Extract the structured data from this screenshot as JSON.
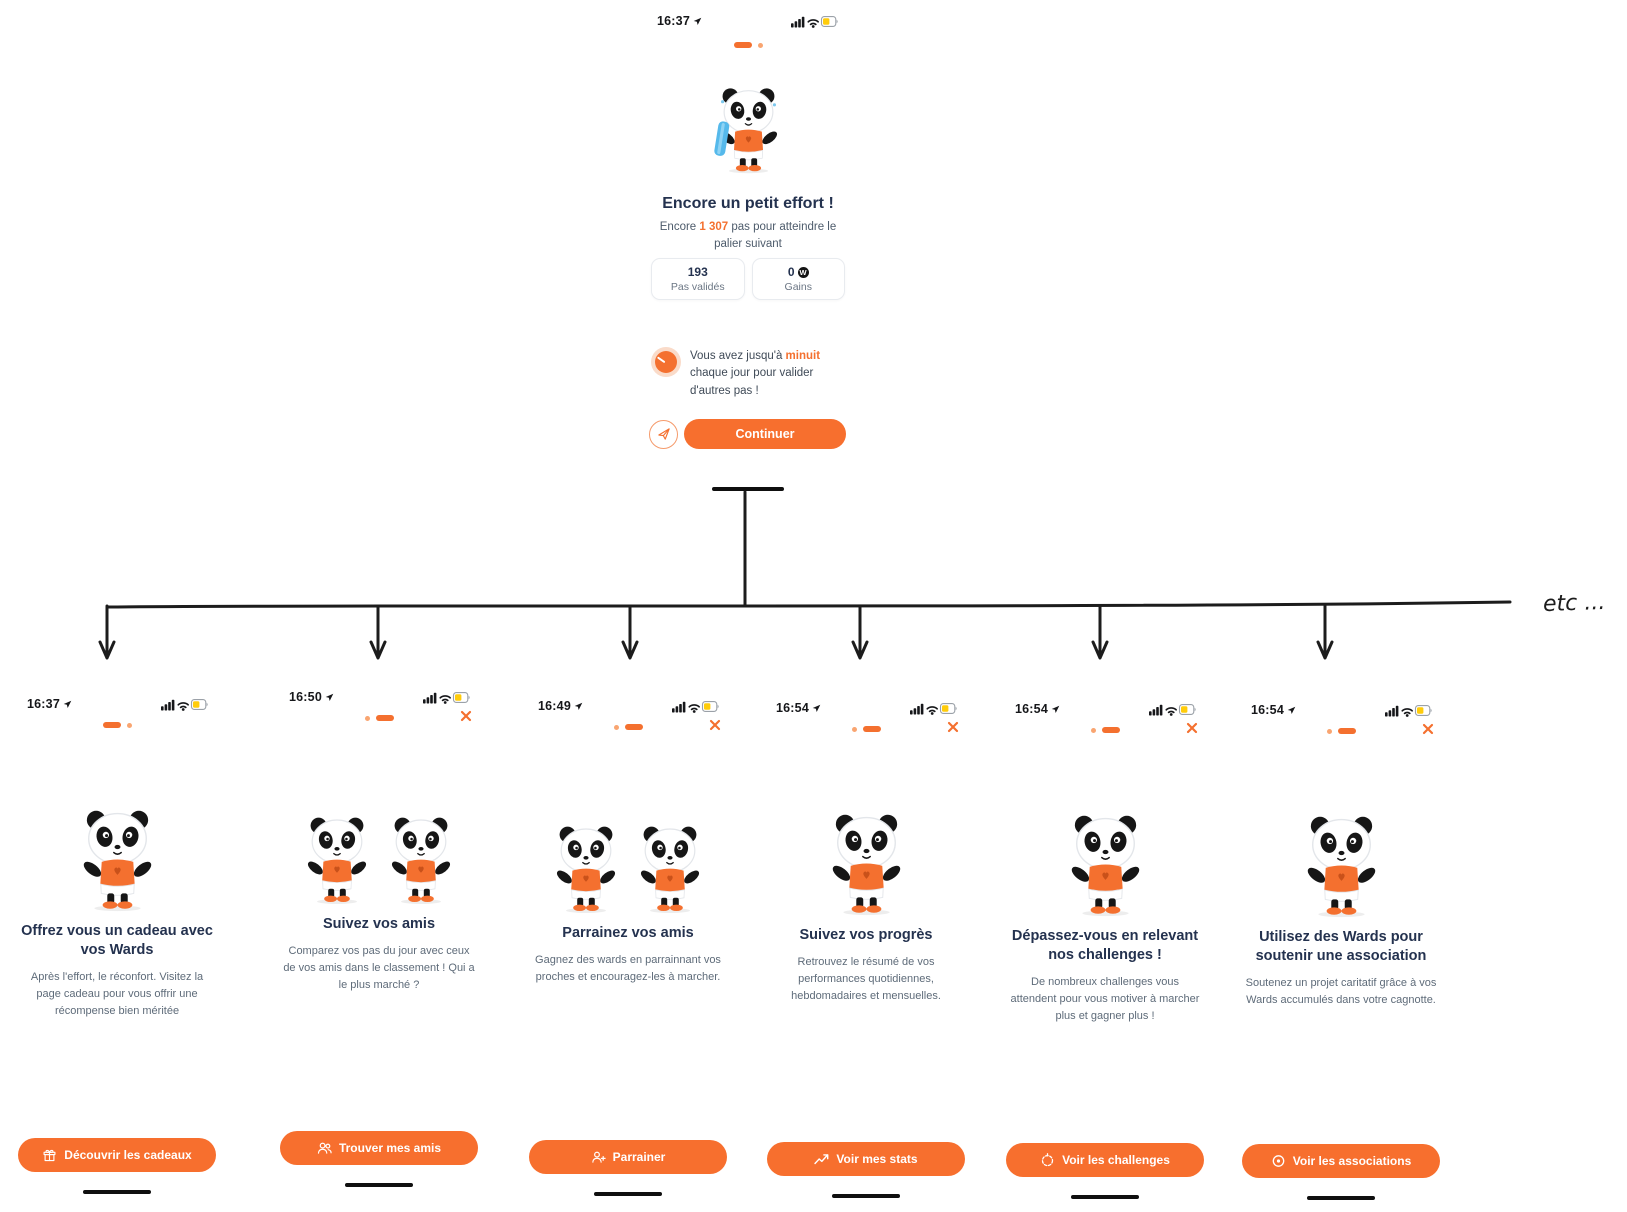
{
  "colors": {
    "accent": "#F4702F",
    "accent_soft": "#F9A571",
    "title_navy": "#24324F",
    "body_text": "#5E6B79",
    "battery_yellow": "#FFCC0B"
  },
  "main_screen": {
    "status_time": "16:37",
    "title": "Encore un petit effort !",
    "subtitle_prefix": "Encore ",
    "subtitle_highlight": "1 307",
    "subtitle_suffix": " pas pour atteindre le palier suivant",
    "stat_cards": [
      {
        "value": "193",
        "label": "Pas validés"
      },
      {
        "value": "0",
        "badge": "W",
        "label": "Gains"
      }
    ],
    "notice_prefix": "Vous avez jusqu'à ",
    "notice_highlight": "minuit",
    "notice_suffix": " chaque jour pour valider d'autres pas !",
    "cta_label": "Continuer"
  },
  "diagram": {
    "etc_label": "etc ..."
  },
  "screens": [
    {
      "status_time": "16:37",
      "has_close": false,
      "progress_order": "dash-dot",
      "panda_count": 1,
      "title": "Offrez vous un cadeau avec vos Wards",
      "description": "Après l'effort, le réconfort. Visitez la page cadeau pour vous offrir une récompense bien méritée",
      "button_label": "Découvrir les cadeaux",
      "button_icon": "gift"
    },
    {
      "status_time": "16:50",
      "has_close": true,
      "progress_order": "dot-dash",
      "panda_count": 2,
      "title": "Suivez vos amis",
      "description": "Comparez vos pas du jour avec ceux de vos amis dans le classement ! Qui a le plus marché ?",
      "button_label": "Trouver mes amis",
      "button_icon": "user-group"
    },
    {
      "status_time": "16:49",
      "has_close": true,
      "progress_order": "dot-dash",
      "panda_count": 2,
      "title": "Parrainez vos amis",
      "description": "Gagnez des wards en parrainnant vos proches et encouragez-les à marcher.",
      "button_label": "Parrainer",
      "button_icon": "user-add"
    },
    {
      "status_time": "16:54",
      "has_close": true,
      "progress_order": "dot-dash",
      "panda_count": 1,
      "title": "Suivez vos progrès",
      "description": "Retrouvez le résumé de vos performances quotidiennes, hebdomadaires et mensuelles.",
      "button_label": "Voir mes stats",
      "button_icon": "trend-up"
    },
    {
      "status_time": "16:54",
      "has_close": true,
      "progress_order": "dot-dash",
      "panda_count": 1,
      "title": "Dépassez-vous en relevant nos challenges !",
      "description": "De nombreux challenges vous attendent pour vous motiver à marcher plus et gagner plus !",
      "button_label": "Voir les challenges",
      "button_icon": "target"
    },
    {
      "status_time": "16:54",
      "has_close": true,
      "progress_order": "dot-dash",
      "panda_count": 1,
      "title": "Utilisez des Wards pour soutenir une association",
      "description": "Soutenez un projet caritatif grâce à vos Wards accumulés dans votre cagnotte.",
      "button_label": "Voir les associations",
      "button_icon": "circle-dot"
    }
  ]
}
